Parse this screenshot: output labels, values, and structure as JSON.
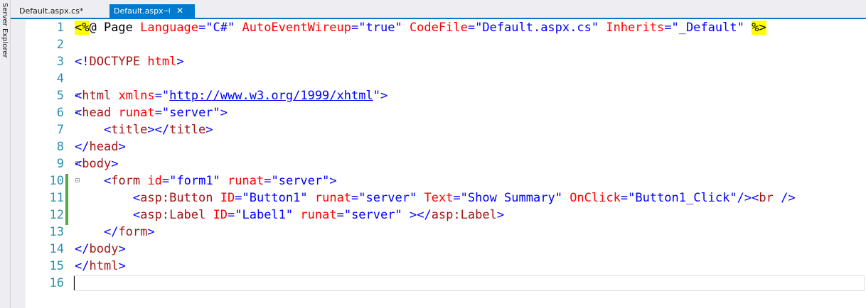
{
  "server_explorer": {
    "label": "Server Explorer"
  },
  "tabs": [
    {
      "label": "Default.aspx.cs*"
    },
    {
      "label": "Default.aspx",
      "pin": "⊣",
      "close": "✕"
    }
  ],
  "lines": [
    {
      "n": "1"
    },
    {
      "n": "2"
    },
    {
      "n": "3"
    },
    {
      "n": "4"
    },
    {
      "n": "5"
    },
    {
      "n": "6"
    },
    {
      "n": "7"
    },
    {
      "n": "8"
    },
    {
      "n": "9"
    },
    {
      "n": "10"
    },
    {
      "n": "11"
    },
    {
      "n": "12"
    },
    {
      "n": "13"
    },
    {
      "n": "14"
    },
    {
      "n": "15"
    },
    {
      "n": "16"
    }
  ],
  "code": {
    "l1": {
      "open": "<%",
      "directive": "@ Page ",
      "a1": "Language",
      "v1": "\"C#\"",
      "a2": "AutoEventWireup",
      "v2": "\"true\"",
      "a3": "CodeFile",
      "v3": "\"Default.aspx.cs\"",
      "a4": "Inherits",
      "v4": "\"_Default\"",
      "close": "%>"
    },
    "l3": {
      "open": "<!",
      "tag": "DOCTYPE",
      "attr": "html",
      "close": ">"
    },
    "l5": {
      "tag": "html",
      "attr": "xmlns",
      "url": "http://www.w3.org/1999/xhtml"
    },
    "l6": {
      "tag": "head",
      "attr": "runat",
      "val": "\"server\""
    },
    "l7": {
      "tag": "title"
    },
    "l8": {
      "tag": "head"
    },
    "l9": {
      "tag": "body"
    },
    "l10": {
      "tag": "form",
      "a1": "id",
      "v1": "\"form1\"",
      "a2": "runat",
      "v2": "\"server\""
    },
    "l11": {
      "tag": "asp:Button",
      "a1": "ID",
      "v1": "\"Button1\"",
      "a2": "runat",
      "v2": "\"server\"",
      "a3": "Text",
      "v3": "\"Show Summary\"",
      "a4": "OnClick",
      "v4": "\"Button1_Click\"",
      "br": "br"
    },
    "l12": {
      "tag": "asp:Label",
      "a1": "ID",
      "v1": "\"Label1\"",
      "a2": "runat",
      "v2": "\"server\""
    },
    "l13": {
      "tag": "form"
    },
    "l14": {
      "tag": "body"
    },
    "l15": {
      "tag": "html"
    }
  },
  "colors": {
    "line_number": "#2b91af",
    "delimiter": "#0000ff",
    "tag": "#a31515",
    "attribute": "#ff0000",
    "value": "#0000ff",
    "directive_highlight": "#ffff00",
    "accent": "#007acc",
    "change_marker": "#57a64a"
  }
}
